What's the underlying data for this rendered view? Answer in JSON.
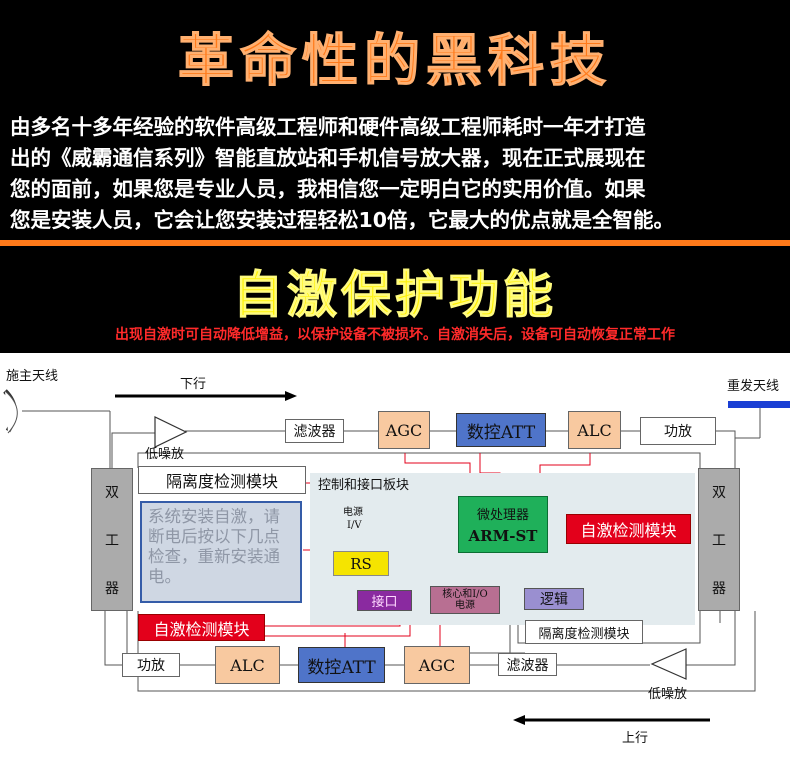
{
  "header": {
    "title": "革命性的黑科技",
    "intro_lines": [
      "由多名十多年经验的软件高级工程师和硬件高级工程师耗时一年才打造",
      "出的《威霸通信系列》智能直放站和手机信号放大器，现在正式展现在",
      "您的面前，如果您是专业人员，我相信您一定明白它的实用价值。如果",
      "您是安装人员，它会让您安装过程轻松10倍，它最大的优点就是全智能。"
    ]
  },
  "feature": {
    "title": "自激保护功能",
    "note": "出现自激时可自动降低增益，以保护设备不被损坏。自激消失后，设备可自动恢复正常工作"
  },
  "diagram": {
    "donor_antenna": "施主天线",
    "service_antenna": "重发天线",
    "downlink": "下行",
    "uplink": "上行",
    "duplexer_chars": [
      "双",
      "工",
      "器"
    ],
    "top_row": {
      "lna": "低噪放",
      "filter": "滤波器",
      "agc": "AGC",
      "att": "数控ATT",
      "alc": "ALC",
      "pa": "功放"
    },
    "isolation_top": "隔离度检测模块",
    "isolation_bottom": "隔离度检测模块",
    "control_board": "控制和接口板块",
    "power": "电源",
    "io": "I/V",
    "cpu_line1": "微处理器",
    "cpu_line2": "ARM-ST",
    "self_osc_right": "自激检测模块",
    "self_osc_left": "自激检测模块",
    "rs": "RS",
    "interface": "接口",
    "core_line1": "核心和I/O",
    "core_line2": "电源",
    "logic": "逻辑",
    "lcd_lines": [
      "系统安装自激，请",
      "断电后按以下几点",
      "检查，重新安装通",
      "电。"
    ],
    "bottom_row": {
      "pa": "功放",
      "alc": "ALC",
      "att": "数控ATT",
      "agc": "AGC",
      "filter": "滤波器",
      "lna": "低噪放"
    }
  },
  "colors": {
    "headline": "#ff7a1a",
    "subtitle": "#fff200",
    "note": "#ff2a2a",
    "agc_fill": "#f8c9a0",
    "att_fill": "#4f74c9",
    "alert_fill": "#e3001b",
    "cpu_fill": "#1fb05a",
    "antenna_bar": "#1a3fd4"
  }
}
